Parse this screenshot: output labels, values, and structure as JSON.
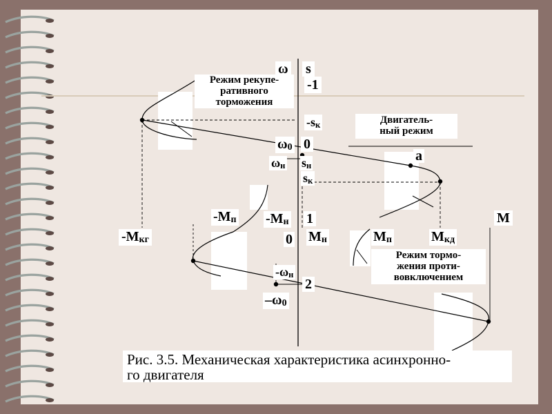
{
  "colors": {
    "frame": "#8a716b",
    "paper": "#efe7e1",
    "ring": "#9aa39f",
    "line": "#000000"
  },
  "labels": {
    "omega_axis": "ω",
    "s_axis": "s",
    "s_minus_one": "-1",
    "s_k_neg": "-sк",
    "omega0": "ω0",
    "s_zero": "0",
    "omega_n": "ωн",
    "s_n": "sн",
    "s_k": "sк",
    "point_a": "a",
    "m_p_neg": "-Mп",
    "m_n_neg": "-Mн",
    "s_one": "1",
    "m_kg_neg": "-Mкг",
    "zero_m": "0",
    "m_n": "Mн",
    "m_p": "Mп",
    "m_kd": "Mкд",
    "m_axis": "M",
    "omega_n_neg": "-ωн",
    "s_two": "2",
    "omega0_neg": "–ω0"
  },
  "regions": {
    "regenerative": "Режим рекупе-\nративного\nторможения",
    "motor": "Двигатель-\nный режим",
    "counter_current": "Режим тормо-\nжения проти-\nвовключением"
  },
  "caption": "Рис. 3.5. Механическая характеристика асинхронно-\nго двигателя"
}
